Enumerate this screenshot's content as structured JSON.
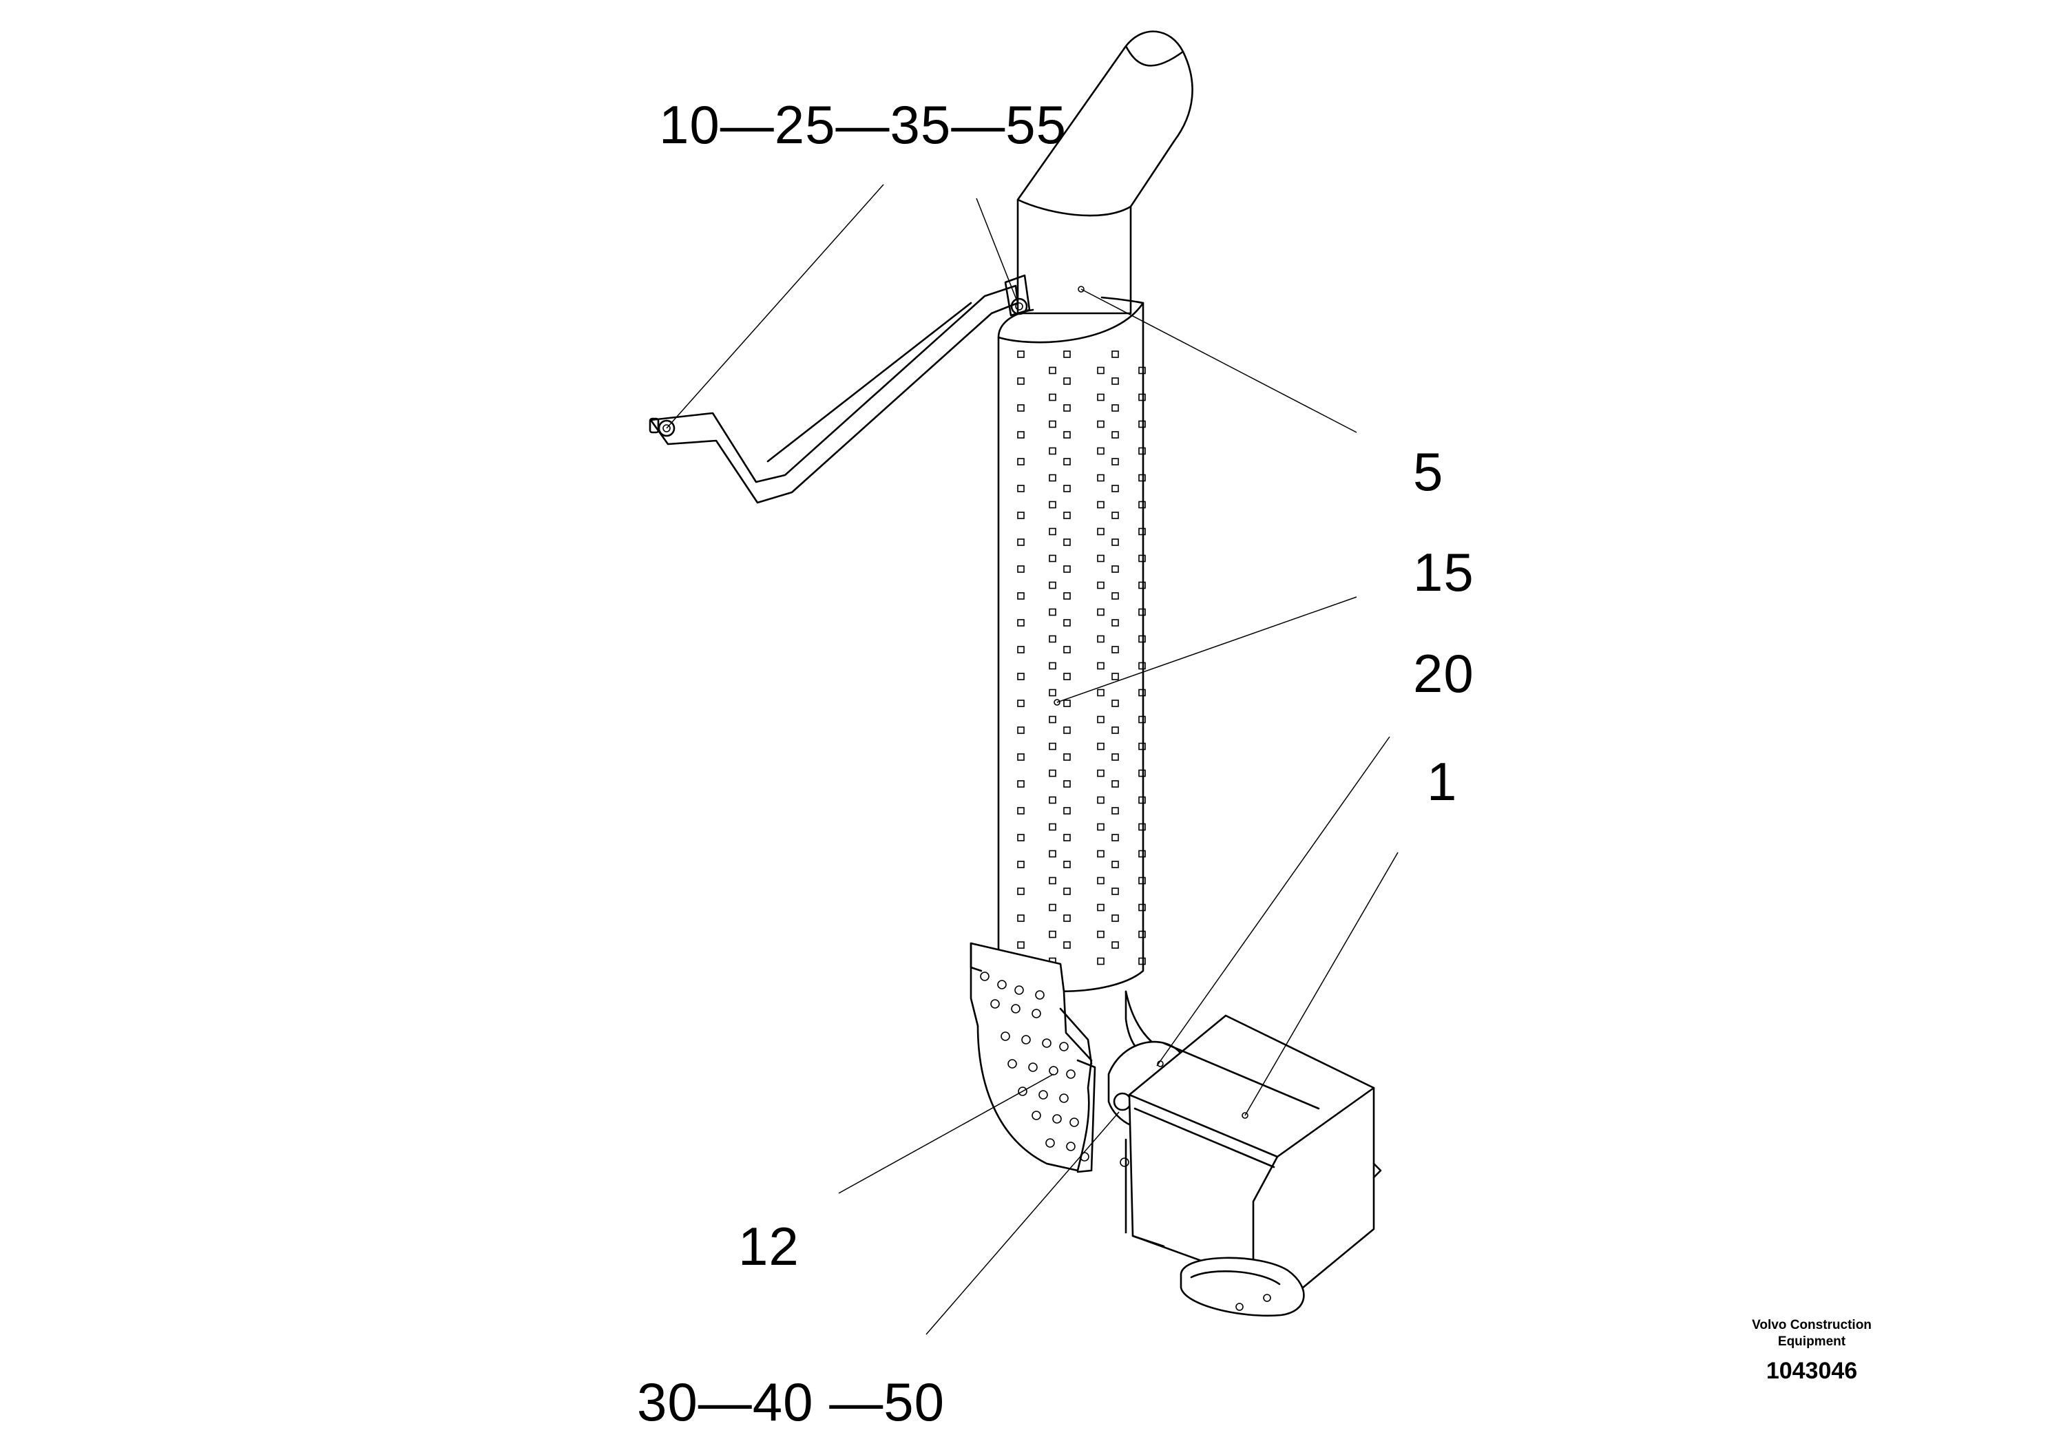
{
  "callouts": {
    "top_set": "10—25—35—55",
    "part_5": "5",
    "part_15": "15",
    "part_20": "20",
    "part_1": "1",
    "part_12": "12",
    "bottom_set": "30—40 —50"
  },
  "title_block": {
    "brand_line1": "Volvo Construction",
    "brand_line2": "Equipment",
    "document_number": "1043046"
  }
}
